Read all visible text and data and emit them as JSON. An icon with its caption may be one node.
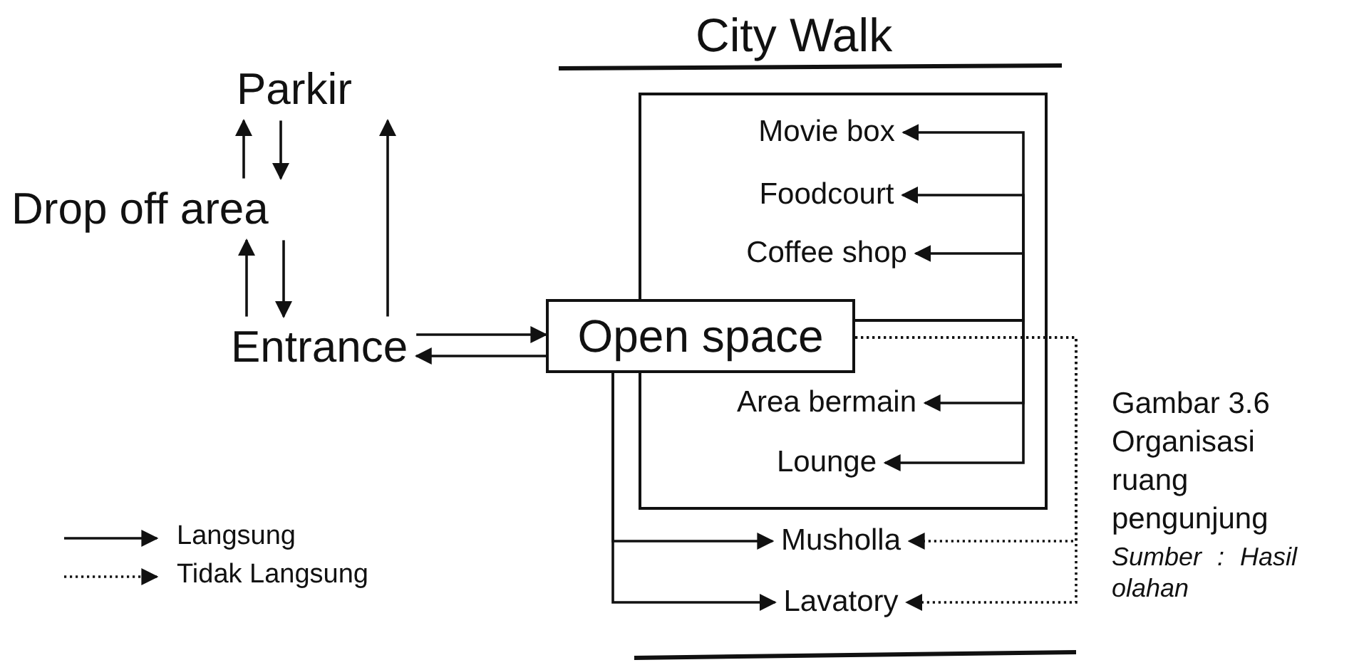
{
  "diagram": {
    "title": "City Walk",
    "caption": "Gambar 3.6 Organisasi ruang pengunjung",
    "nodes": [
      {
        "text": [
          "Parkir"
        ]
      },
      {
        "text": [
          "Drop off area"
        ]
      },
      {
        "text": [
          "Entrance"
        ]
      },
      {
        "text": [
          "Open space"
        ]
      },
      {
        "text": [],
        "shape": "box"
      },
      {
        "text": [
          "Movie box"
        ],
        "in": 4
      },
      {
        "text": [
          "Foodcourt"
        ],
        "in": 4
      },
      {
        "text": [
          "Coffee shop"
        ],
        "in": 4
      },
      {
        "text": [
          "Area bermain"
        ],
        "in": 4
      },
      {
        "text": [
          "Lounge"
        ],
        "in": 4
      },
      {
        "text": [
          "Musholla"
        ]
      },
      {
        "text": [
          "Lavatory"
        ]
      }
    ],
    "edges": [
      {
        "from": 1,
        "to": 0,
        "arrow": "to"
      },
      {
        "from": 0,
        "to": 1,
        "arrow": "to"
      },
      {
        "from": 2,
        "to": 1,
        "arrow": "to"
      },
      {
        "from": 1,
        "to": 2,
        "arrow": "to"
      },
      {
        "from": 2,
        "to": 0,
        "arrow": "to"
      },
      {
        "from": 2,
        "to": 3,
        "arrow": "to"
      },
      {
        "from": 3,
        "to": 2,
        "arrow": "to"
      },
      {
        "from": 3,
        "to": 5,
        "arrow": "to"
      },
      {
        "from": 3,
        "to": 6,
        "arrow": "to"
      },
      {
        "from": 3,
        "to": 7,
        "arrow": "to"
      },
      {
        "from": 3,
        "to": 8,
        "arrow": "to"
      },
      {
        "from": 3,
        "to": 9,
        "arrow": "to"
      },
      {
        "from": 3,
        "to": 10,
        "arrow": "to"
      },
      {
        "from": 3,
        "to": 11,
        "arrow": "to"
      },
      {
        "from": 3,
        "to": 10,
        "arrow": "to",
        "style": "dashed"
      },
      {
        "from": 3,
        "to": 11,
        "arrow": "to",
        "style": "dashed"
      }
    ],
    "labels": [
      "Sumber : Hasil olahan"
    ],
    "legend": [
      {
        "text": "Langsung"
      },
      {
        "text": "Tidak Langsung"
      }
    ]
  }
}
